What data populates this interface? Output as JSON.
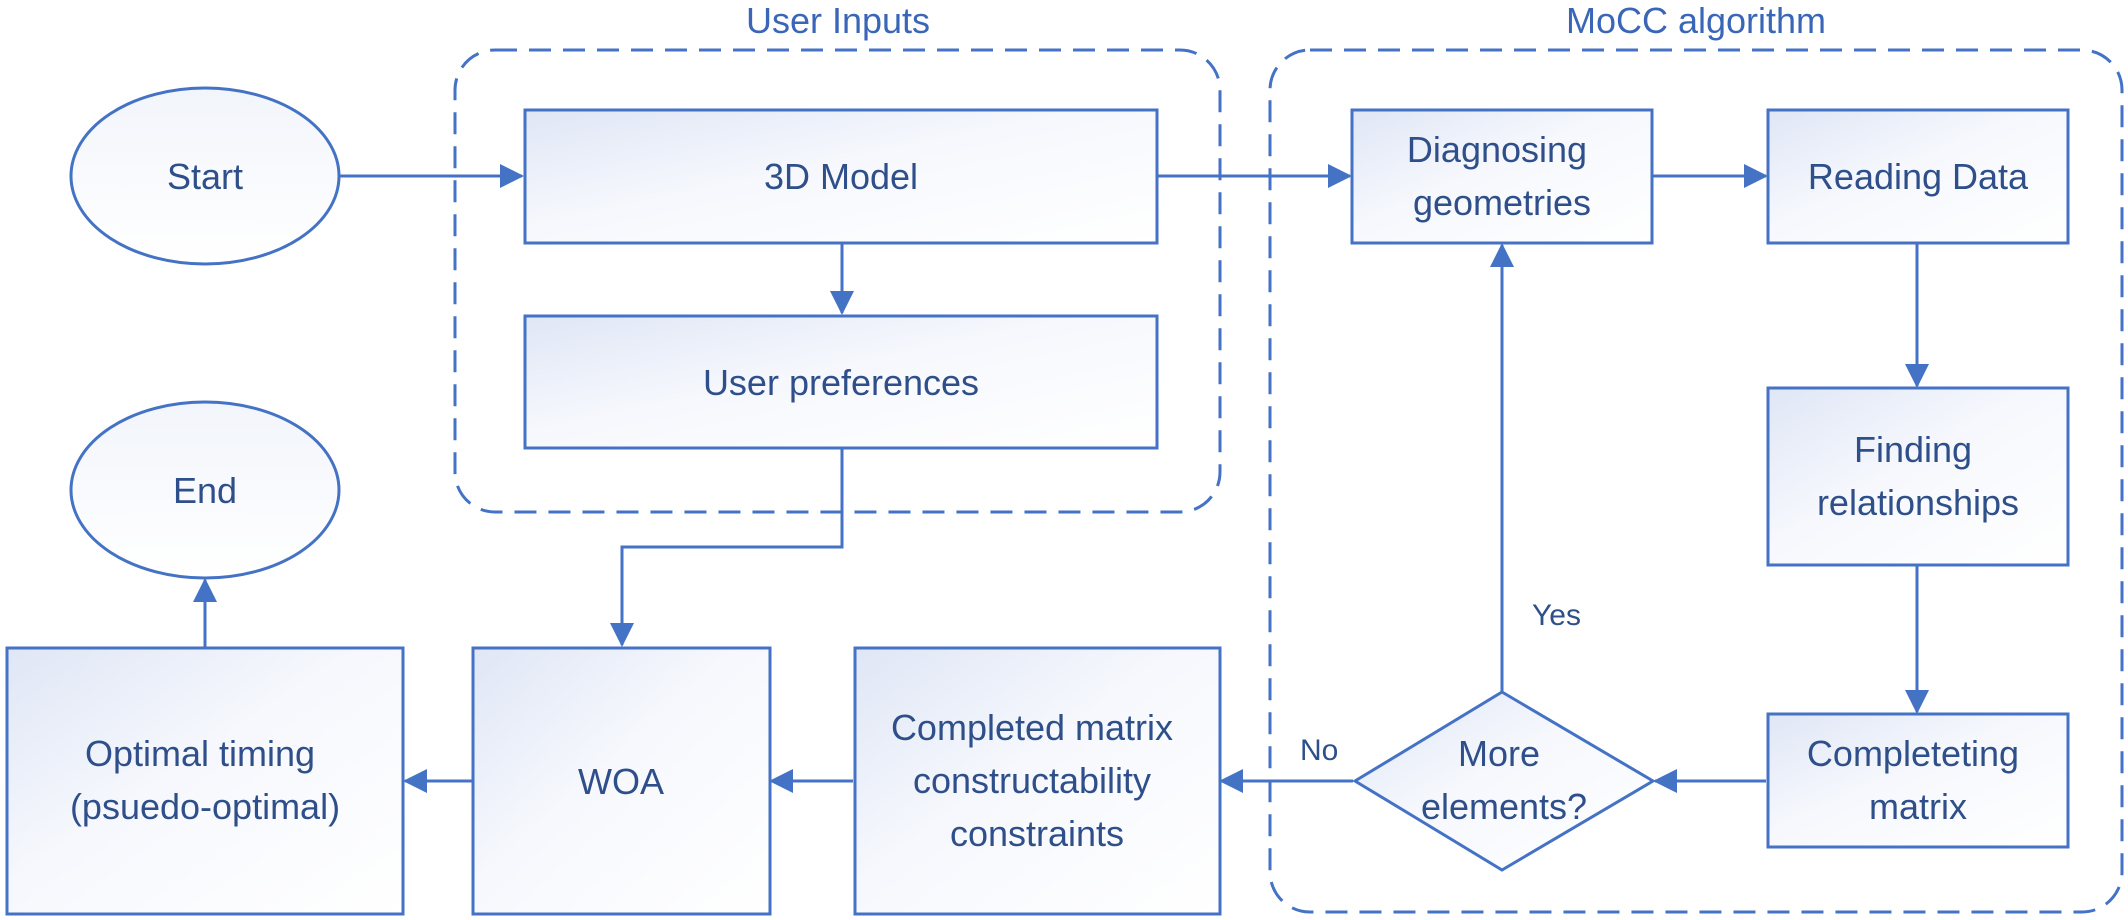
{
  "groups": {
    "user_inputs": "User Inputs",
    "mocc_algorithm": "MoCC algorithm"
  },
  "nodes": {
    "start": "Start",
    "end": "End",
    "model_3d": "3D Model",
    "user_preferences": "User preferences",
    "diagnosing": [
      "Diagnosing",
      "geometries"
    ],
    "reading_data": "Reading Data",
    "finding": [
      "Finding",
      "relationships"
    ],
    "completing": [
      "Completeting",
      "matrix"
    ],
    "decision": [
      "More",
      "elements?"
    ],
    "completed_matrix": [
      "Completed matrix",
      "constructability",
      "constraints"
    ],
    "woa": "WOA",
    "optimal": [
      "Optimal timing",
      "(psuedo-optimal)"
    ]
  },
  "edge_labels": {
    "yes": "Yes",
    "no": "No"
  },
  "colors": {
    "stroke": "#4472c4",
    "text": "#2e4f8a"
  }
}
